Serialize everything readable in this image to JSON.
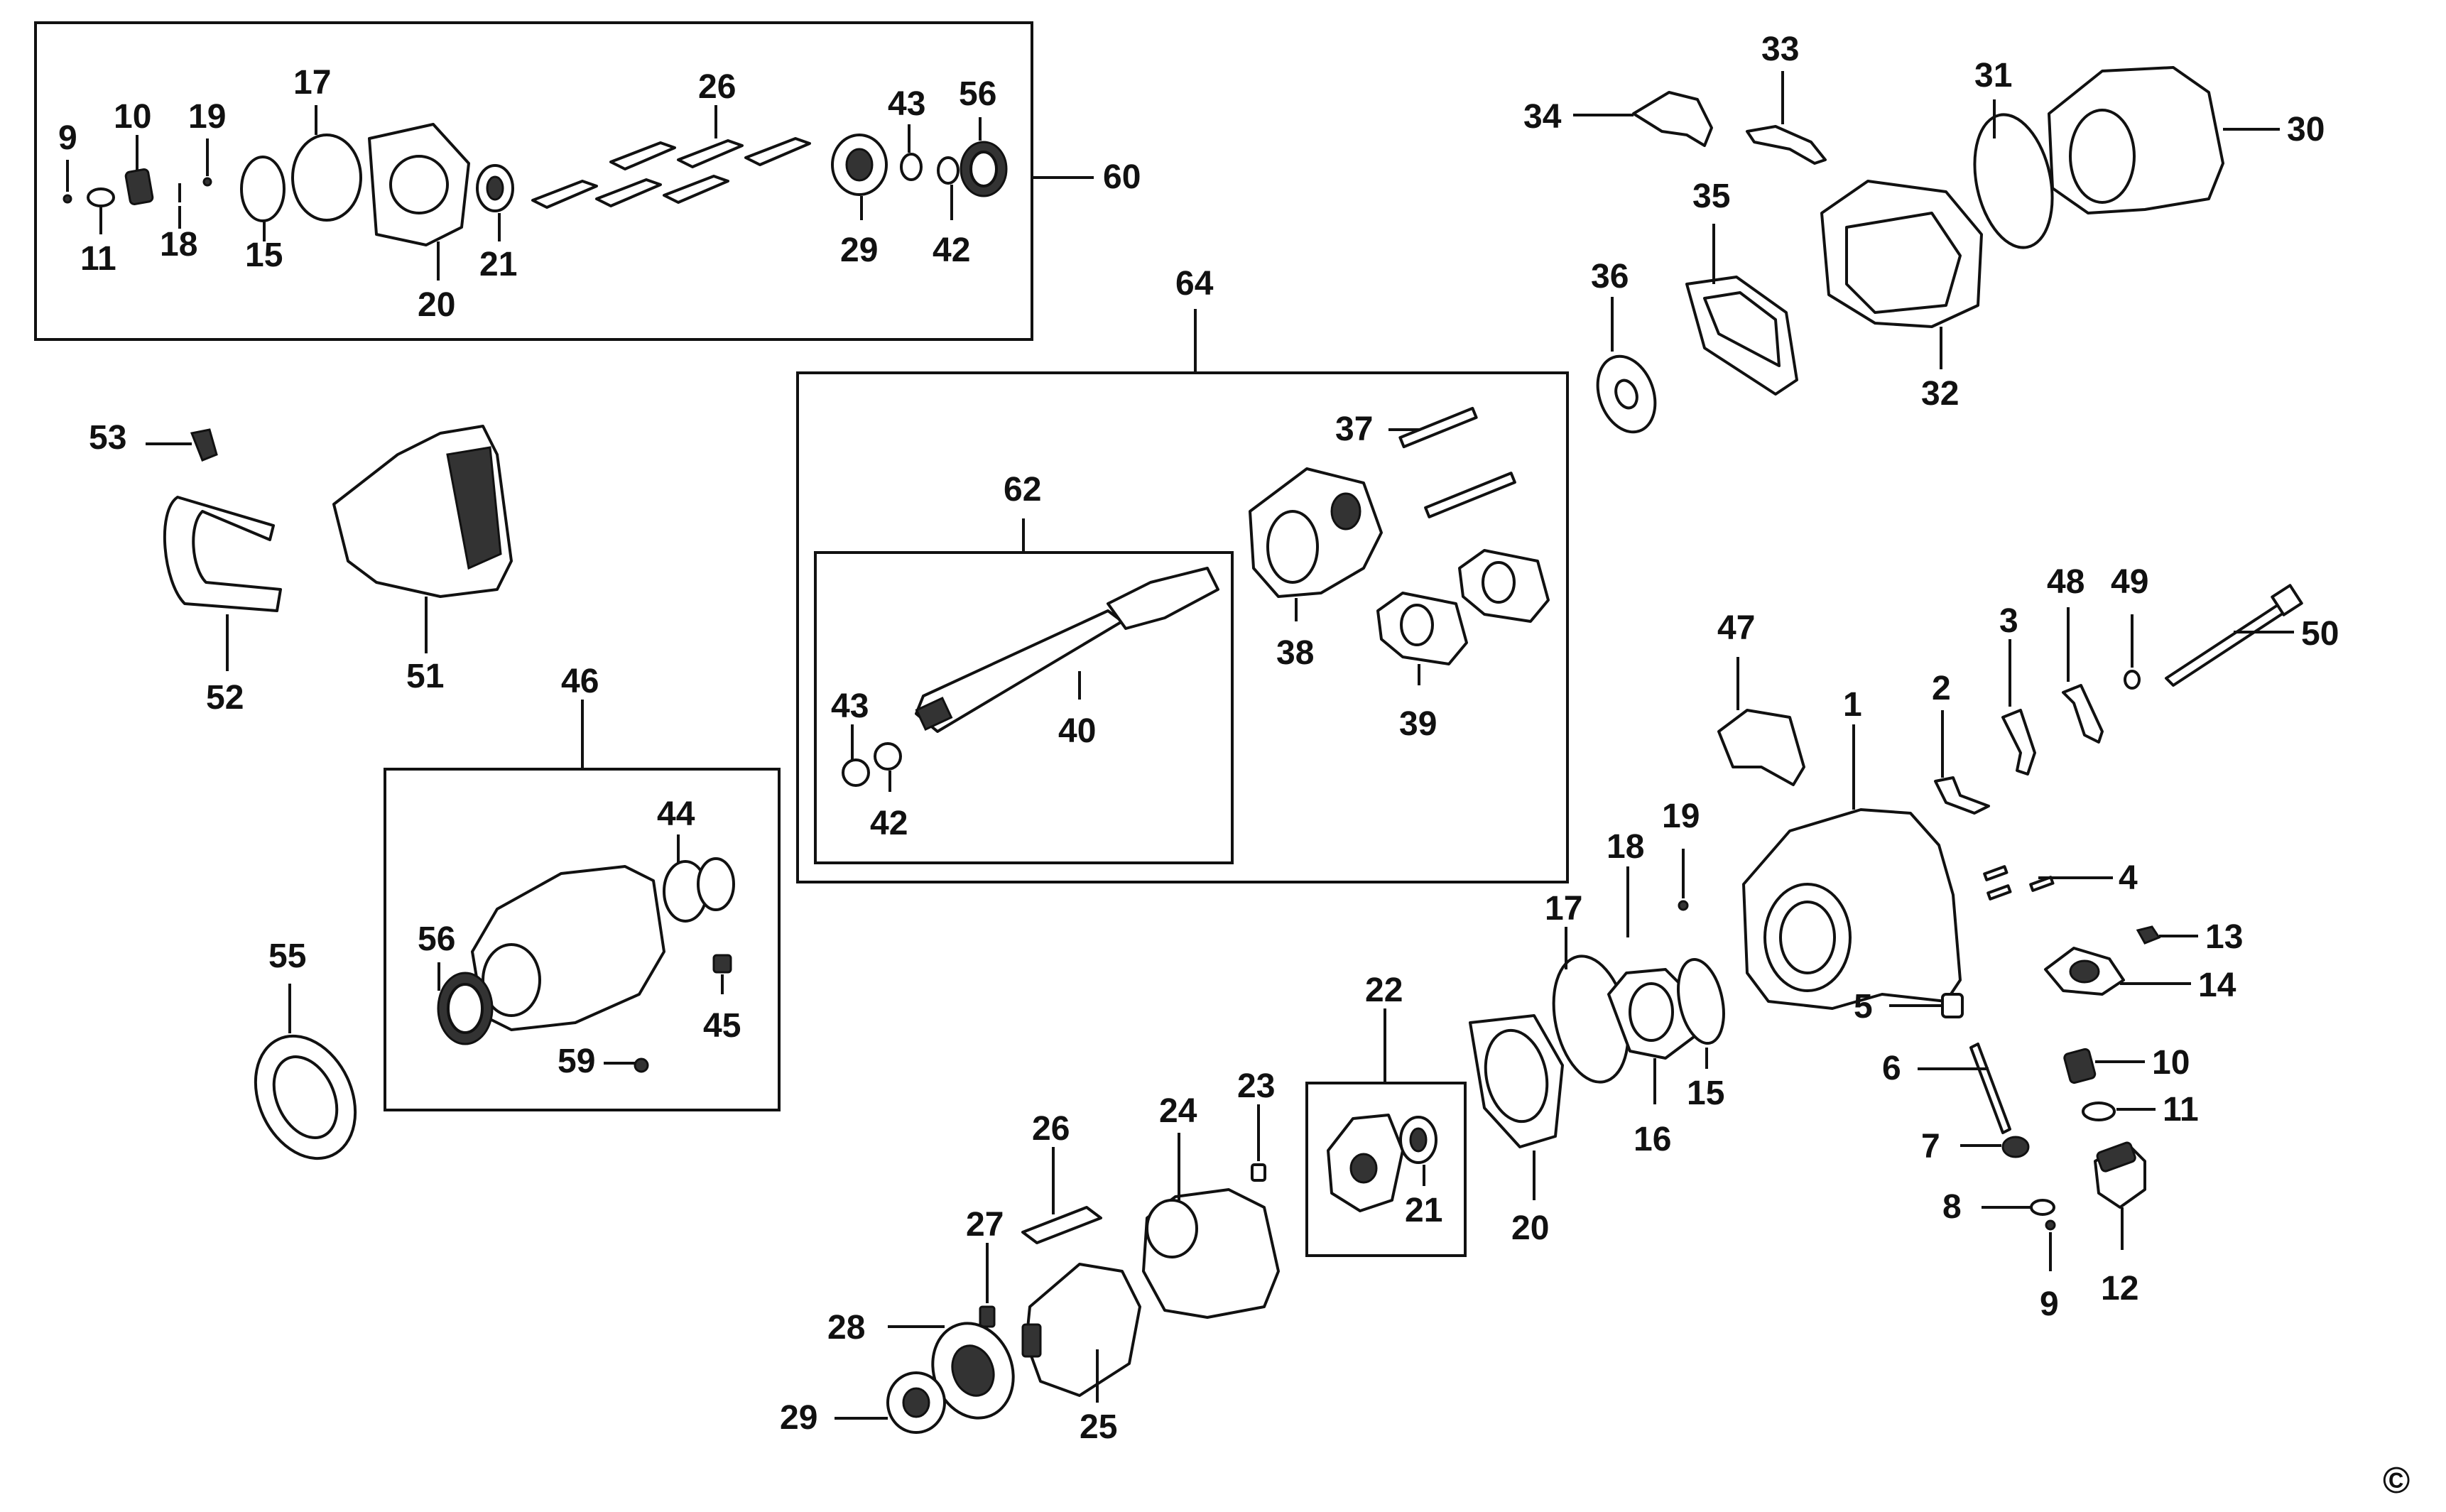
{
  "diagram": {
    "type": "exploded-parts-diagram",
    "copyright_symbol": "©",
    "callouts": [
      "1",
      "2",
      "3",
      "4",
      "5",
      "6",
      "7",
      "8",
      "9",
      "10",
      "11",
      "12",
      "13",
      "14",
      "15",
      "16",
      "17",
      "18",
      "19",
      "20",
      "21",
      "22",
      "23",
      "24",
      "25",
      "26",
      "27",
      "28",
      "29",
      "30",
      "31",
      "32",
      "33",
      "34",
      "35",
      "36",
      "37",
      "38",
      "39",
      "40",
      "42",
      "43",
      "44",
      "45",
      "46",
      "47",
      "48",
      "49",
      "50",
      "51",
      "52",
      "53",
      "55",
      "56",
      "59",
      "60",
      "62",
      "64"
    ],
    "groups": {
      "kit_60": {
        "label": "60",
        "items": [
          "9",
          "10",
          "19",
          "17",
          "26",
          "43",
          "56",
          "11",
          "18",
          "15",
          "20",
          "21",
          "29",
          "42"
        ]
      },
      "kit_64": {
        "label": "64",
        "items": [
          "37",
          "38",
          "39",
          "62"
        ]
      },
      "kit_62": {
        "label": "62",
        "items": [
          "40",
          "42",
          "43"
        ]
      },
      "kit_46": {
        "label": "46",
        "items": [
          "44",
          "45",
          "56",
          "59"
        ]
      },
      "kit_22": {
        "label": "22",
        "items": [
          "21"
        ]
      }
    },
    "labels": {
      "g60_9": "9",
      "g60_10": "10",
      "g60_19": "19",
      "g60_17": "17",
      "g60_26": "26",
      "g60_43": "43",
      "g60_56": "56",
      "g60_60": "60",
      "g60_11": "11",
      "g60_18": "18",
      "g60_15": "15",
      "g60_20": "20",
      "g60_21": "21",
      "g60_29": "29",
      "g60_42": "42",
      "p53": "53",
      "p52": "52",
      "p51": "51",
      "p64": "64",
      "p62": "62",
      "p37": "37",
      "p38": "38",
      "p39": "39",
      "p40": "40",
      "g62_43": "43",
      "g62_42": "42",
      "p46": "46",
      "p44": "44",
      "p56": "56",
      "p45": "45",
      "p59": "59",
      "p55": "55",
      "p34": "34",
      "p33": "33",
      "p31": "31",
      "p30": "30",
      "p35": "35",
      "p36": "36",
      "p32": "32",
      "p47": "47",
      "p1": "1",
      "p2": "2",
      "p3": "3",
      "p48": "48",
      "p49": "49",
      "p50": "50",
      "p4": "4",
      "p13": "13",
      "p14": "14",
      "p5": "5",
      "p6": "6",
      "p10": "10",
      "p11": "11",
      "p7": "7",
      "p8": "8",
      "p9": "9",
      "p12": "12",
      "p18": "18",
      "p19": "19",
      "p17": "17",
      "p15": "15",
      "p16": "16",
      "p20": "20",
      "p22": "22",
      "p21": "21",
      "p23": "23",
      "p24": "24",
      "p26": "26",
      "p27": "27",
      "p28": "28",
      "p29": "29",
      "p25": "25"
    }
  }
}
